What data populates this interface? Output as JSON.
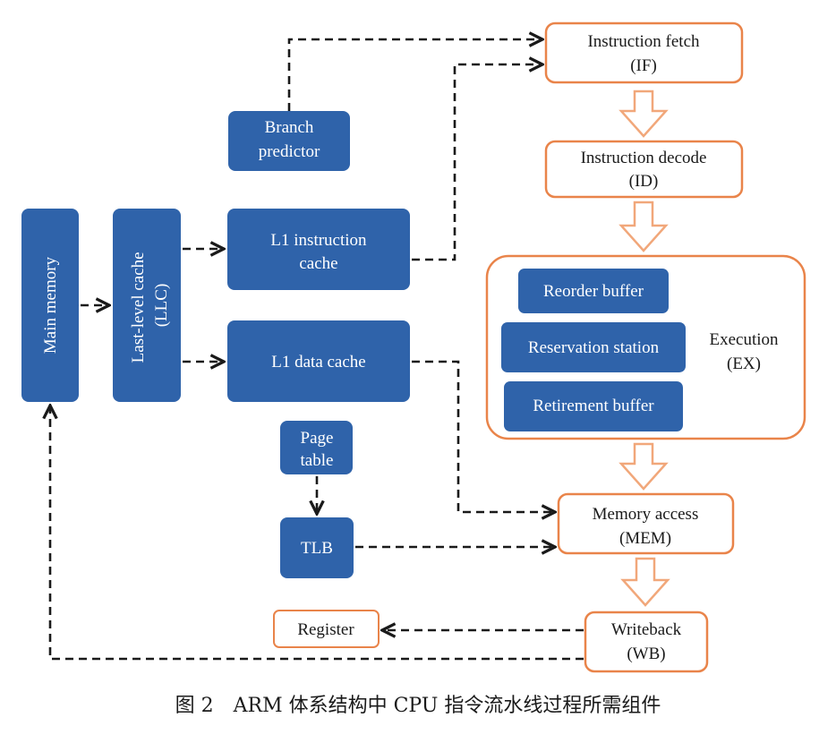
{
  "colors": {
    "block_fill": "#2f63aa",
    "stage_border": "#e9844a",
    "arrow": "#1a1a1a",
    "hollow_arrow": "#f1a77a",
    "text_on_block": "#ffffff",
    "text_on_stage": "#1a1a1a"
  },
  "components": {
    "main_memory": "Main memory",
    "llc_line1": "Last-level cache",
    "llc_line2": "(LLC)",
    "branch_line1": "Branch",
    "branch_line2": "predictor",
    "l1i_line1": "L1 instruction",
    "l1i_line2": "cache",
    "l1d": "L1 data cache",
    "page_line1": "Page",
    "page_line2": "table",
    "tlb": "TLB",
    "register": "Register"
  },
  "stages": {
    "if_line1": "Instruction fetch",
    "if_line2": "(IF)",
    "id_line1": "Instruction decode",
    "id_line2": "(ID)",
    "ex_line1": "Execution",
    "ex_line2": "(EX)",
    "mem_line1": "Memory access",
    "mem_line2": "(MEM)",
    "wb_line1": "Writeback",
    "wb_line2": "(WB)"
  },
  "execution_units": {
    "reorder": "Reorder buffer",
    "reservation": "Reservation station",
    "retirement": "Retirement buffer"
  },
  "caption": "图 2　ARM 体系结构中 CPU 指令流水线过程所需组件"
}
